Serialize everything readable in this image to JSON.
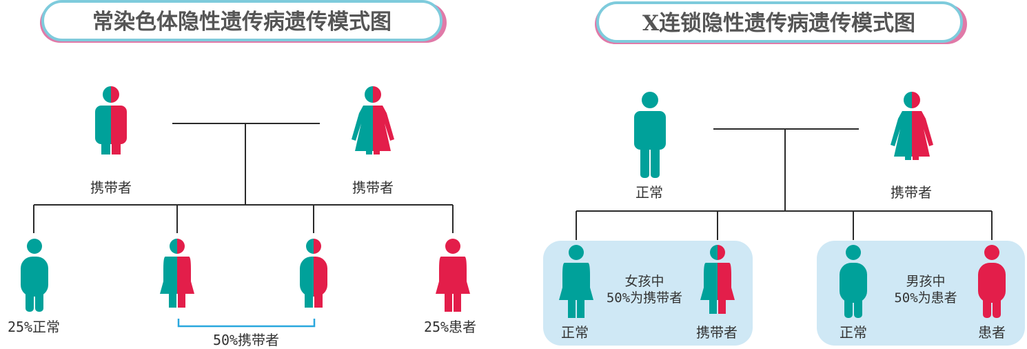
{
  "colors": {
    "normal": "#00a19a",
    "affected": "#e31e4a",
    "title_border": "#7ecbdc",
    "title_shadow": "#e07aa8",
    "box": "#cfe8f5",
    "bracket": "#29a7de"
  },
  "left": {
    "title": "常染色体隐性遗传病遗传模式图",
    "father_label": "携带者",
    "mother_label": "携带者",
    "children": [
      {
        "label": "25%正常",
        "status": "normal"
      },
      {
        "status": "carrier"
      },
      {
        "status": "carrier"
      },
      {
        "label": "25%患者",
        "status": "affected"
      }
    ],
    "carrier_note": "50%携带者"
  },
  "right": {
    "title": "X连锁隐性遗传病遗传模式图",
    "father_label": "正常",
    "mother_label": "携带者",
    "daughters": {
      "note_line1": "女孩中",
      "note_line2": "50%为携带者",
      "children": [
        {
          "label": "正常",
          "status": "normal"
        },
        {
          "label": "携带者",
          "status": "carrier"
        }
      ]
    },
    "sons": {
      "note_line1": "男孩中",
      "note_line2": "50%为患者",
      "children": [
        {
          "label": "正常",
          "status": "normal"
        },
        {
          "label": "患者",
          "status": "affected"
        }
      ]
    }
  }
}
